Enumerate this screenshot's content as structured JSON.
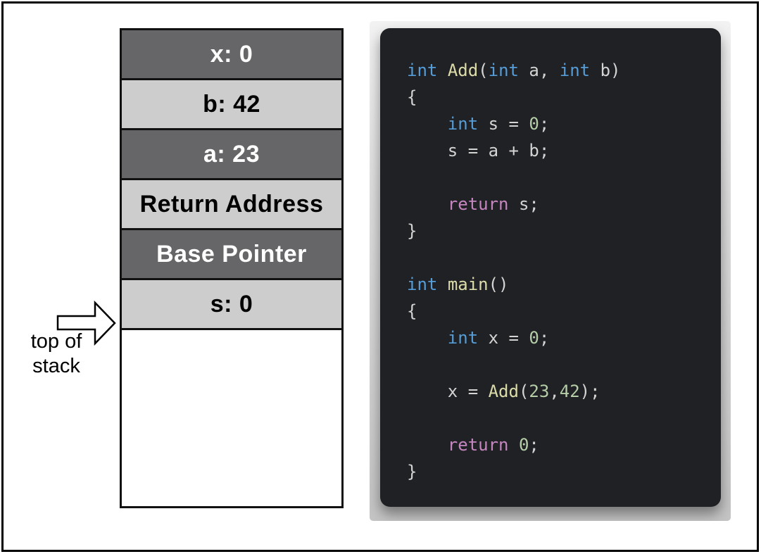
{
  "stack": {
    "cells": [
      {
        "label": "x: 0",
        "variant": "dark"
      },
      {
        "label": "b: 42",
        "variant": "light"
      },
      {
        "label": "a: 23",
        "variant": "dark"
      },
      {
        "label": "Return Address",
        "variant": "light"
      },
      {
        "label": "Base Pointer",
        "variant": "dark"
      },
      {
        "label": "s: 0",
        "variant": "light"
      },
      {
        "label": "",
        "variant": "empty"
      }
    ],
    "pointer_label_line1": "top of",
    "pointer_label_line2": "stack",
    "colors": {
      "dark_cell": "#666668",
      "light_cell": "#cdcdcd",
      "border": "#111111"
    }
  },
  "code": {
    "language": "c",
    "background": "#202124",
    "token_colors": {
      "keyword": "#569cd6",
      "function": "#dcdcaa",
      "control": "#c586c0",
      "number": "#b5cea8",
      "plain": "#d4d4d4"
    },
    "lines": [
      [
        [
          "keyword",
          "int"
        ],
        [
          "plain",
          " "
        ],
        [
          "function",
          "Add"
        ],
        [
          "plain",
          "("
        ],
        [
          "keyword",
          "int"
        ],
        [
          "plain",
          " a, "
        ],
        [
          "keyword",
          "int"
        ],
        [
          "plain",
          " b)"
        ]
      ],
      [
        [
          "plain",
          "{"
        ]
      ],
      [
        [
          "plain",
          "    "
        ],
        [
          "keyword",
          "int"
        ],
        [
          "plain",
          " s = "
        ],
        [
          "number",
          "0"
        ],
        [
          "plain",
          ";"
        ]
      ],
      [
        [
          "plain",
          "    s = a + b;"
        ]
      ],
      [],
      [
        [
          "plain",
          "    "
        ],
        [
          "control",
          "return"
        ],
        [
          "plain",
          " s;"
        ]
      ],
      [
        [
          "plain",
          "}"
        ]
      ],
      [],
      [
        [
          "keyword",
          "int"
        ],
        [
          "plain",
          " "
        ],
        [
          "function",
          "main"
        ],
        [
          "plain",
          "()"
        ]
      ],
      [
        [
          "plain",
          "{"
        ]
      ],
      [
        [
          "plain",
          "    "
        ],
        [
          "keyword",
          "int"
        ],
        [
          "plain",
          " x = "
        ],
        [
          "number",
          "0"
        ],
        [
          "plain",
          ";"
        ]
      ],
      [],
      [
        [
          "plain",
          "    x = "
        ],
        [
          "function",
          "Add"
        ],
        [
          "plain",
          "("
        ],
        [
          "number",
          "23"
        ],
        [
          "plain",
          ","
        ],
        [
          "number",
          "42"
        ],
        [
          "plain",
          ");"
        ]
      ],
      [],
      [
        [
          "plain",
          "    "
        ],
        [
          "control",
          "return"
        ],
        [
          "plain",
          " "
        ],
        [
          "number",
          "0"
        ],
        [
          "plain",
          ";"
        ]
      ],
      [
        [
          "plain",
          "}"
        ]
      ]
    ]
  }
}
